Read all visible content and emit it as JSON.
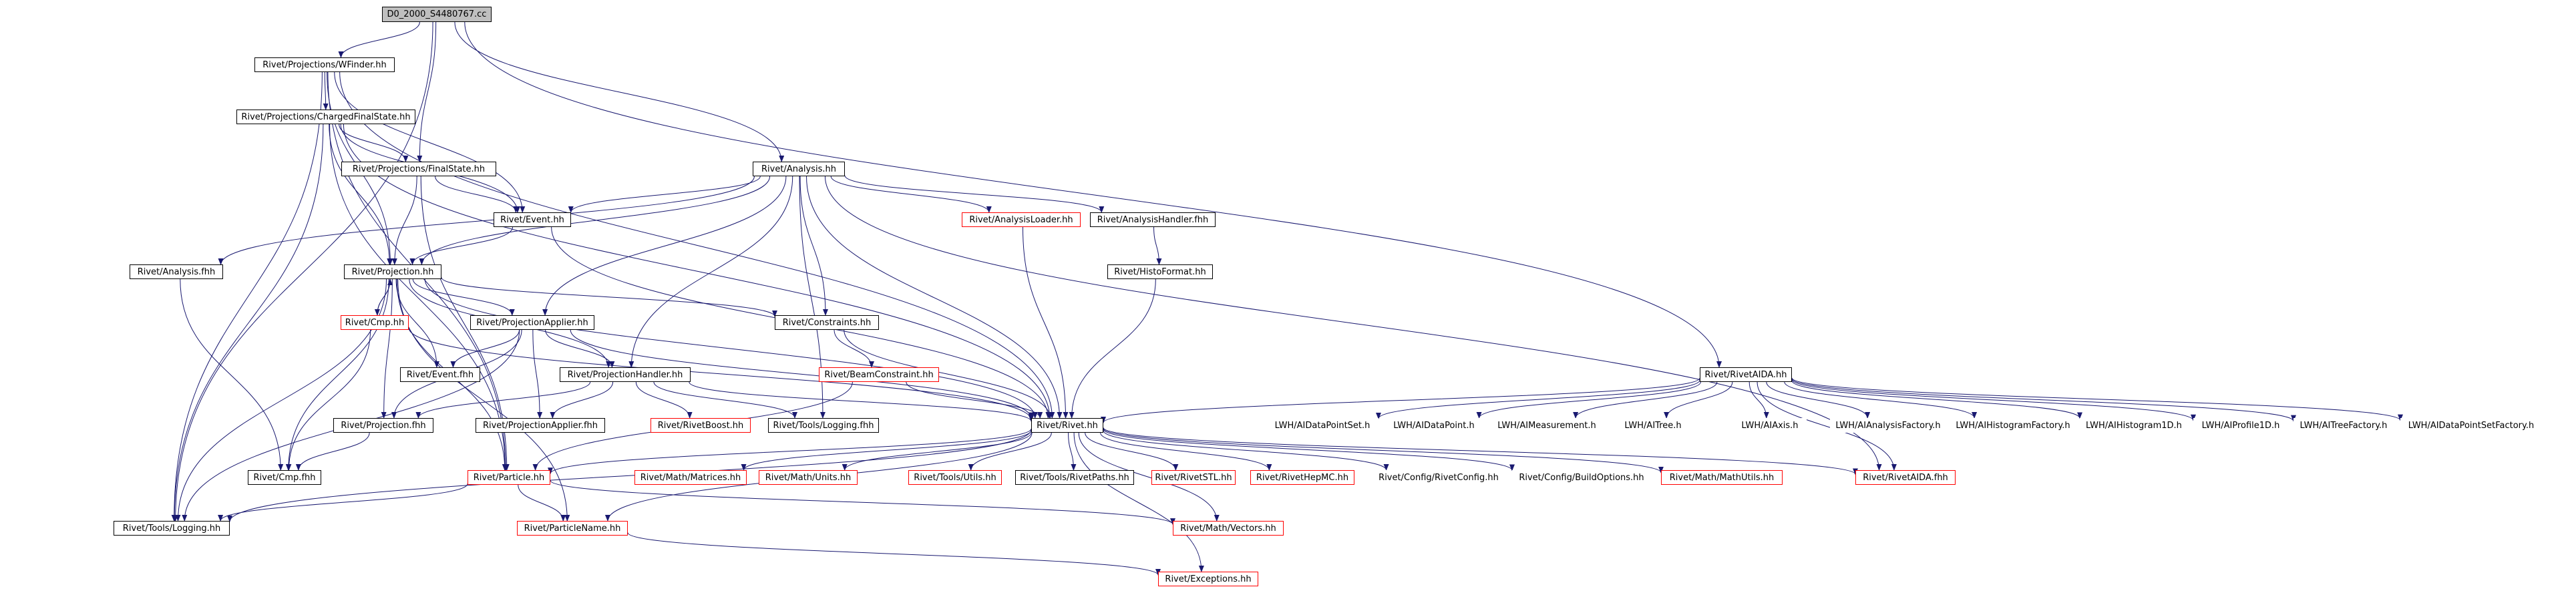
{
  "graph": {
    "nodes": {
      "root": {
        "label": "D0_2000_S4480767.cc",
        "kind": "root"
      },
      "wfinder": {
        "label": "Rivet/Projections/WFinder.hh",
        "kind": "black"
      },
      "cfs": {
        "label": "Rivet/Projections/ChargedFinalState.hh",
        "kind": "black"
      },
      "analysis_hh": {
        "label": "Rivet/Analysis.hh",
        "kind": "black"
      },
      "fs": {
        "label": "Rivet/Projections/FinalState.hh",
        "kind": "black"
      },
      "event_hh": {
        "label": "Rivet/Event.hh",
        "kind": "black"
      },
      "analysisloader": {
        "label": "Rivet/AnalysisLoader.hh",
        "kind": "red"
      },
      "analysishandler_fhh": {
        "label": "Rivet/AnalysisHandler.fhh",
        "kind": "black"
      },
      "histoformat": {
        "label": "Rivet/HistoFormat.hh",
        "kind": "black"
      },
      "analysis_fhh": {
        "label": "Rivet/Analysis.fhh",
        "kind": "black"
      },
      "projection_hh": {
        "label": "Rivet/Projection.hh",
        "kind": "black"
      },
      "cmp_hh": {
        "label": "Rivet/Cmp.hh",
        "kind": "red"
      },
      "projapplier_hh": {
        "label": "Rivet/ProjectionApplier.hh",
        "kind": "black"
      },
      "constraints": {
        "label": "Rivet/Constraints.hh",
        "kind": "black"
      },
      "event_fhh": {
        "label": "Rivet/Event.fhh",
        "kind": "black"
      },
      "projhandler_hh": {
        "label": "Rivet/ProjectionHandler.hh",
        "kind": "black"
      },
      "beamconstraint": {
        "label": "Rivet/BeamConstraint.hh",
        "kind": "red"
      },
      "projection_fhh": {
        "label": "Rivet/Projection.fhh",
        "kind": "black"
      },
      "projapplier_fhh": {
        "label": "Rivet/ProjectionApplier.fhh",
        "kind": "black"
      },
      "rivetboost": {
        "label": "Rivet/RivetBoost.hh",
        "kind": "red"
      },
      "logging_fhh": {
        "label": "Rivet/Tools/Logging.fhh",
        "kind": "black"
      },
      "rivet_hh": {
        "label": "Rivet/Rivet.hh",
        "kind": "black"
      },
      "rivetaida_hh": {
        "label": "Rivet/RivetAIDA.hh",
        "kind": "black"
      },
      "cmp_fhh": {
        "label": "Rivet/Cmp.fhh",
        "kind": "black"
      },
      "particle_hh": {
        "label": "Rivet/Particle.hh",
        "kind": "red"
      },
      "matrices": {
        "label": "Rivet/Math/Matrices.hh",
        "kind": "red"
      },
      "units": {
        "label": "Rivet/Math/Units.hh",
        "kind": "red"
      },
      "utils": {
        "label": "Rivet/Tools/Utils.hh",
        "kind": "red"
      },
      "rivetpaths": {
        "label": "Rivet/Tools/RivetPaths.hh",
        "kind": "black"
      },
      "rivetstl": {
        "label": "Rivet/RivetSTL.hh",
        "kind": "red"
      },
      "rivethepmc": {
        "label": "Rivet/RivetHepMC.hh",
        "kind": "red"
      },
      "rivetconfig": {
        "label": "Rivet/Config/RivetConfig.hh",
        "kind": "none"
      },
      "buildoptions": {
        "label": "Rivet/Config/BuildOptions.hh",
        "kind": "none"
      },
      "mathutils": {
        "label": "Rivet/Math/MathUtils.hh",
        "kind": "red"
      },
      "rivetaida_fhh": {
        "label": "Rivet/RivetAIDA.fhh",
        "kind": "red"
      },
      "logging_hh": {
        "label": "Rivet/Tools/Logging.hh",
        "kind": "black"
      },
      "particlename": {
        "label": "Rivet/ParticleName.hh",
        "kind": "red"
      },
      "vectors": {
        "label": "Rivet/Math/Vectors.hh",
        "kind": "red"
      },
      "exceptions": {
        "label": "Rivet/Exceptions.hh",
        "kind": "red"
      },
      "idatapointset": {
        "label": "LWH/AIDataPointSet.h",
        "kind": "none"
      },
      "idatapoint": {
        "label": "LWH/AIDataPoint.h",
        "kind": "none"
      },
      "imeasurement": {
        "label": "LWH/AIMeasurement.h",
        "kind": "none"
      },
      "itree": {
        "label": "LWH/AITree.h",
        "kind": "none"
      },
      "iaxis": {
        "label": "LWH/AIAxis.h",
        "kind": "none"
      },
      "ianalysisfactory": {
        "label": "LWH/AIAnalysisFactory.h",
        "kind": "none"
      },
      "ihistogramfactory": {
        "label": "LWH/AIHistogramFactory.h",
        "kind": "none"
      },
      "ihistogram1d": {
        "label": "LWH/AIHistogram1D.h",
        "kind": "none"
      },
      "iprofile1d": {
        "label": "LWH/AIProfile1D.h",
        "kind": "none"
      },
      "itreefactory": {
        "label": "LWH/AITreeFactory.h",
        "kind": "none"
      },
      "idatapointsetfactory": {
        "label": "LWH/AIDataPointSetFactory.h",
        "kind": "none"
      }
    },
    "edges": [
      [
        "root",
        "wfinder"
      ],
      [
        "root",
        "fs"
      ],
      [
        "root",
        "analysis_hh"
      ],
      [
        "root",
        "rivetaida_hh"
      ],
      [
        "root",
        "logging_hh"
      ],
      [
        "wfinder",
        "cfs"
      ],
      [
        "wfinder",
        "event_hh"
      ],
      [
        "wfinder",
        "projection_hh"
      ],
      [
        "wfinder",
        "rivet_hh"
      ],
      [
        "wfinder",
        "particle_hh"
      ],
      [
        "wfinder",
        "logging_hh"
      ],
      [
        "cfs",
        "fs"
      ],
      [
        "cfs",
        "event_hh"
      ],
      [
        "cfs",
        "projection_hh"
      ],
      [
        "cfs",
        "rivet_hh"
      ],
      [
        "cfs",
        "particle_hh"
      ],
      [
        "cfs",
        "logging_hh"
      ],
      [
        "fs",
        "event_hh"
      ],
      [
        "fs",
        "projection_hh"
      ],
      [
        "fs",
        "particle_hh"
      ],
      [
        "analysis_hh",
        "event_hh"
      ],
      [
        "analysis_hh",
        "analysis_fhh"
      ],
      [
        "analysis_hh",
        "projection_hh"
      ],
      [
        "analysis_hh",
        "projapplier_hh"
      ],
      [
        "analysis_hh",
        "projhandler_hh"
      ],
      [
        "analysis_hh",
        "constraints"
      ],
      [
        "analysis_hh",
        "analysisloader"
      ],
      [
        "analysis_hh",
        "analysishandler_fhh"
      ],
      [
        "analysis_hh",
        "rivet_hh"
      ],
      [
        "analysis_hh",
        "rivetaida_fhh"
      ],
      [
        "analysis_hh",
        "logging_fhh"
      ],
      [
        "event_hh",
        "projection_hh"
      ],
      [
        "event_hh",
        "rivet_hh"
      ],
      [
        "analysisloader",
        "rivet_hh"
      ],
      [
        "analysishandler_fhh",
        "histoformat"
      ],
      [
        "histoformat",
        "rivet_hh"
      ],
      [
        "analysis_fhh",
        "cmp_fhh"
      ],
      [
        "projection_hh",
        "cmp_hh"
      ],
      [
        "projection_hh",
        "projapplier_hh"
      ],
      [
        "projection_hh",
        "constraints"
      ],
      [
        "projection_hh",
        "event_fhh"
      ],
      [
        "projection_hh",
        "projhandler_hh"
      ],
      [
        "projection_hh",
        "projection_fhh"
      ],
      [
        "projection_hh",
        "cmp_fhh"
      ],
      [
        "projection_hh",
        "rivet_hh"
      ],
      [
        "projection_hh",
        "logging_hh"
      ],
      [
        "projection_hh",
        "particlename"
      ],
      [
        "projection_hh",
        "particle_hh"
      ],
      [
        "cmp_hh",
        "projection_hh"
      ],
      [
        "cmp_hh",
        "cmp_fhh"
      ],
      [
        "cmp_hh",
        "rivet_hh"
      ],
      [
        "projapplier_hh",
        "event_fhh"
      ],
      [
        "projapplier_hh",
        "projhandler_hh"
      ],
      [
        "projapplier_hh",
        "projection_fhh"
      ],
      [
        "projapplier_hh",
        "projapplier_fhh"
      ],
      [
        "projapplier_hh",
        "rivet_hh"
      ],
      [
        "projapplier_hh",
        "logging_hh"
      ],
      [
        "constraints",
        "beamconstraint"
      ],
      [
        "constraints",
        "rivet_hh"
      ],
      [
        "beamconstraint",
        "particle_hh"
      ],
      [
        "beamconstraint",
        "rivet_hh"
      ],
      [
        "projhandler_hh",
        "projection_fhh"
      ],
      [
        "projhandler_hh",
        "projapplier_fhh"
      ],
      [
        "projhandler_hh",
        "rivetboost"
      ],
      [
        "projhandler_hh",
        "logging_fhh"
      ],
      [
        "projhandler_hh",
        "rivet_hh"
      ],
      [
        "projection_fhh",
        "cmp_fhh"
      ],
      [
        "rivetaida_hh",
        "rivet_hh"
      ],
      [
        "rivetaida_hh",
        "rivetaida_fhh"
      ],
      [
        "rivetaida_hh",
        "idatapointset"
      ],
      [
        "rivetaida_hh",
        "idatapoint"
      ],
      [
        "rivetaida_hh",
        "imeasurement"
      ],
      [
        "rivetaida_hh",
        "itree"
      ],
      [
        "rivetaida_hh",
        "iaxis"
      ],
      [
        "rivetaida_hh",
        "ianalysisfactory"
      ],
      [
        "rivetaida_hh",
        "ihistogramfactory"
      ],
      [
        "rivetaida_hh",
        "ihistogram1d"
      ],
      [
        "rivetaida_hh",
        "iprofile1d"
      ],
      [
        "rivetaida_hh",
        "itreefactory"
      ],
      [
        "rivetaida_hh",
        "idatapointsetfactory"
      ],
      [
        "rivet_hh",
        "particle_hh"
      ],
      [
        "rivet_hh",
        "matrices"
      ],
      [
        "rivet_hh",
        "units"
      ],
      [
        "rivet_hh",
        "utils"
      ],
      [
        "rivet_hh",
        "rivetpaths"
      ],
      [
        "rivet_hh",
        "rivetstl"
      ],
      [
        "rivet_hh",
        "rivethepmc"
      ],
      [
        "rivet_hh",
        "rivetconfig"
      ],
      [
        "rivet_hh",
        "buildoptions"
      ],
      [
        "rivet_hh",
        "mathutils"
      ],
      [
        "rivet_hh",
        "rivetaida_fhh"
      ],
      [
        "rivet_hh",
        "particlename"
      ],
      [
        "rivet_hh",
        "vectors"
      ],
      [
        "rivet_hh",
        "exceptions"
      ],
      [
        "rivet_hh",
        "logging_hh"
      ],
      [
        "particle_hh",
        "particlename"
      ],
      [
        "particle_hh",
        "logging_hh"
      ],
      [
        "particle_hh",
        "vectors"
      ],
      [
        "particlename",
        "exceptions"
      ]
    ]
  }
}
